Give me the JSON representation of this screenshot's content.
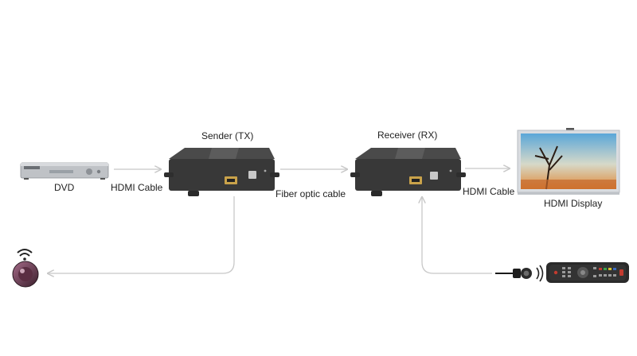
{
  "labels": {
    "dvd": "DVD",
    "hdmi_cable_left": "HDMI Cable",
    "sender": "Sender (TX)",
    "fiber": "Fiber optic cable",
    "receiver": "Receiver (RX)",
    "hdmi_cable_right": "HDMI Cable",
    "display": "HDMI Display"
  },
  "colors": {
    "line": "#c8c8c8",
    "device_body": "#3a3a3a",
    "device_top": "#4a4a4a"
  },
  "icons": {
    "dvd": "dvd-player-icon",
    "sender": "sender-unit-icon",
    "receiver": "receiver-unit-icon",
    "display": "tv-display-icon",
    "ir_receiver": "ir-receiver-eye-icon",
    "ir_emitter": "ir-emitter-icon",
    "remote": "remote-control-icon"
  }
}
